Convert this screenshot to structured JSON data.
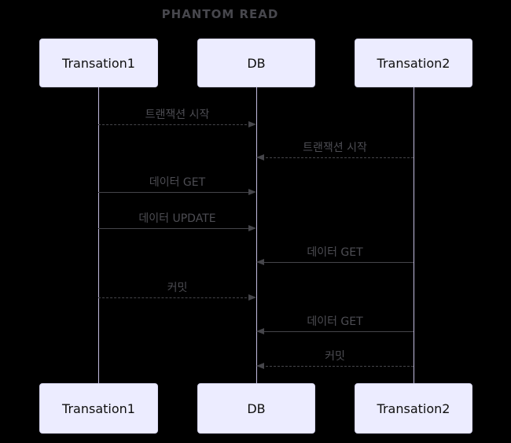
{
  "diagram_type": "sequence-diagram",
  "title": "PHANTOM READ",
  "actors": [
    {
      "id": "transation1",
      "name": "Transation1"
    },
    {
      "id": "db",
      "name": "DB"
    },
    {
      "id": "transation2",
      "name": "Transation2"
    }
  ],
  "messages": [
    {
      "label": "트랜잭션 시작",
      "from": "Transation1",
      "to": "DB",
      "line": "dashed",
      "direction": "right"
    },
    {
      "label": "트랜잭션 시작",
      "from": "Transation2",
      "to": "DB",
      "line": "dashed",
      "direction": "left"
    },
    {
      "label": "데이터 GET",
      "from": "Transation1",
      "to": "DB",
      "line": "solid",
      "direction": "right"
    },
    {
      "label": "데이터 UPDATE",
      "from": "Transation1",
      "to": "DB",
      "line": "solid",
      "direction": "right"
    },
    {
      "label": "데이터 GET",
      "from": "Transation2",
      "to": "DB",
      "line": "solid",
      "direction": "left"
    },
    {
      "label": "커밋",
      "from": "Transation1",
      "to": "DB",
      "line": "dashed",
      "direction": "right"
    },
    {
      "label": "데이터 GET",
      "from": "Transation2",
      "to": "DB",
      "line": "solid",
      "direction": "left"
    },
    {
      "label": "커밋",
      "from": "Transation2",
      "to": "DB",
      "line": "dashed",
      "direction": "left"
    }
  ],
  "colors": {
    "background": "#000000",
    "actor_fill": "#ECECFF",
    "actor_border": "#d8d7f2",
    "actor_text": "#0f0f0f",
    "lifeline": "#c3bce0",
    "message_line": "#45454a",
    "message_text": "#4d4d53",
    "title_text": "#47474d"
  }
}
